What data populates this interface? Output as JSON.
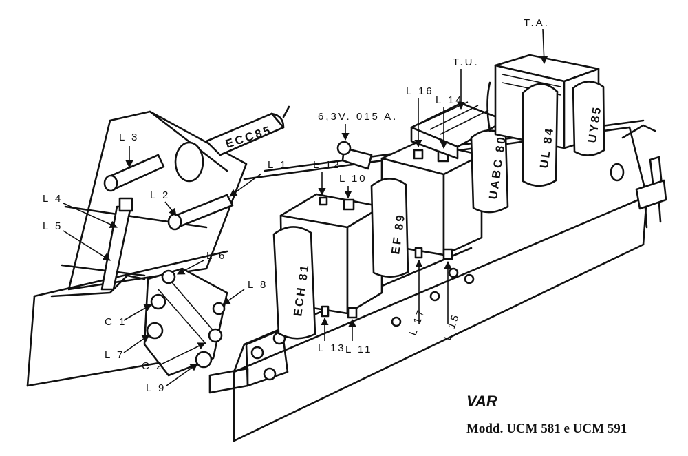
{
  "tubes": {
    "ecc85": "ECC85",
    "ech81": "ECH 81",
    "ef89": "EF 89",
    "uabc80": "UABC 80",
    "ul84": "UL 84",
    "uy85": "UY85"
  },
  "transformers": {
    "ta": "T.A.",
    "tu": "T.U."
  },
  "lamp": "6,3V. 015 A.",
  "coils": {
    "l1": "L 1",
    "l2": "L 2",
    "l3": "L 3",
    "l4": "L 4",
    "l5": "L 5",
    "l6": "L 6",
    "l7": "L 7",
    "l8": "L 8",
    "l9": "L 9",
    "l10": "L 10",
    "l11": "L 11",
    "l12": "L 12",
    "l13": "L 13",
    "l14": "L 14",
    "l15": "L 15",
    "l16": "L 16",
    "l17": "L 17"
  },
  "capacitors": {
    "c1": "C 1",
    "c2": "C 2"
  },
  "brand": "VAR",
  "model": "Modd. UCM 581 e UCM 591"
}
